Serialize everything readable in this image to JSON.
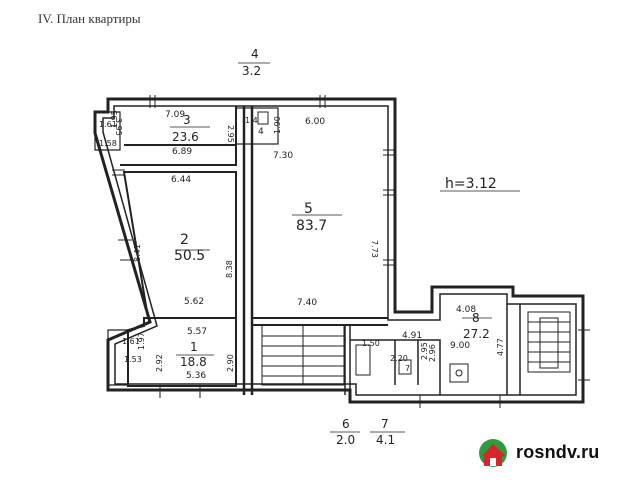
{
  "title": "IV. План квартиры",
  "height_label": "h=3.12",
  "top_label": {
    "num": "4",
    "area": "3.2"
  },
  "bottom_labels": [
    {
      "num": "6",
      "area": "2.0"
    },
    {
      "num": "7",
      "area": "4.1"
    }
  ],
  "rooms": [
    {
      "num": "1",
      "area": "18.8",
      "dims": [
        "5.57",
        "5.36",
        "2.90",
        "2.92"
      ]
    },
    {
      "num": "2",
      "area": "50.5",
      "dims": [
        "6.44",
        "5.62",
        "8.38",
        "8.41"
      ]
    },
    {
      "num": "3",
      "area": "23.6",
      "dims": [
        "7.09",
        "6.89",
        "2.95",
        "3.95"
      ]
    },
    {
      "num": "5",
      "area": "83.7",
      "dims": [
        "6.00",
        "7.30",
        "7.40",
        "7.73"
      ]
    },
    {
      "num": "8",
      "area": "27.2",
      "dims": [
        "4.08",
        "4.91",
        "9.00",
        "4.77"
      ]
    }
  ],
  "small_dims": {
    "bay_top": [
      "1.61",
      "1.58",
      "1.95"
    ],
    "bay_bottom": [
      "1.61",
      "1.53",
      "1.97"
    ],
    "niche": [
      "1.90",
      "1.4"
    ],
    "wc": [
      "1.50",
      "2.20",
      "2.95",
      "2.96",
      "7"
    ]
  },
  "watermark": "rosndv.ru",
  "colors": {
    "logo_red": "#d7262b",
    "logo_green": "#2f9a3e",
    "ink": "#222222"
  }
}
